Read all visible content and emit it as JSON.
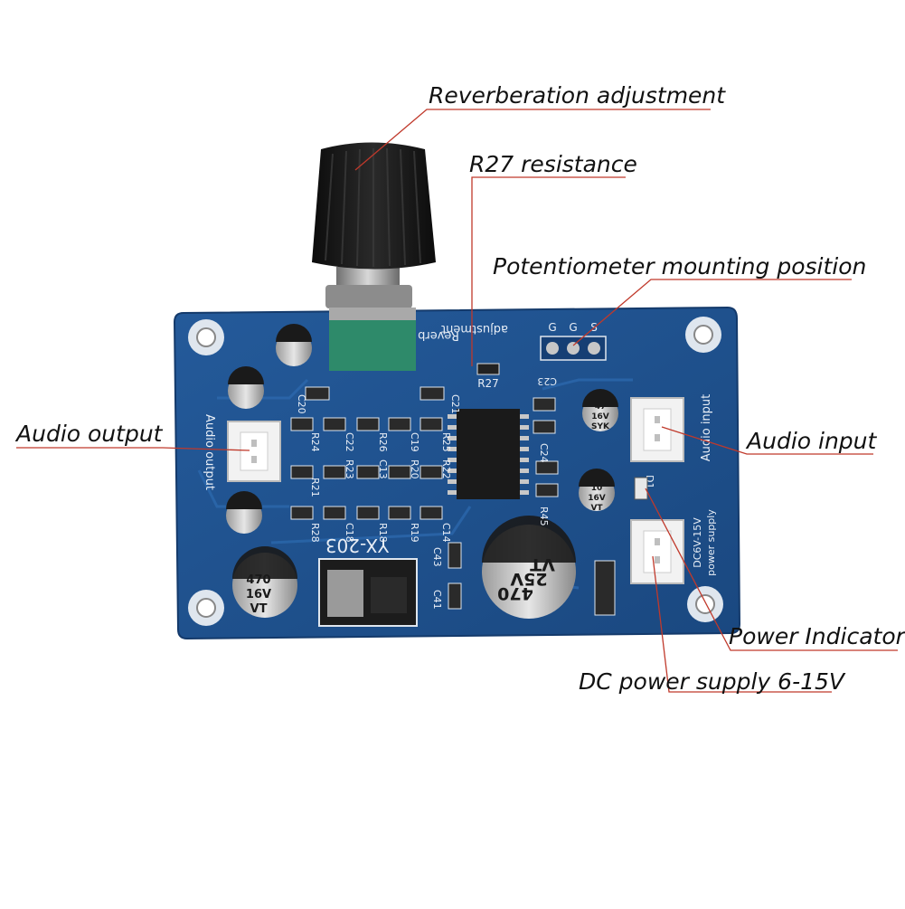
{
  "callouts": {
    "reverberation": "Reverberation adjustment",
    "r27": "R27 resistance",
    "pot_position": "Potentiometer mounting position",
    "audio_output": "Audio output",
    "audio_input": "Audio input",
    "power_indicator": "Power Indicator",
    "dc_supply": "DC power supply 6-15V"
  },
  "board": {
    "model": "YX-203",
    "reverb_label_1": "Reverb",
    "reverb_label_2": "adjustment",
    "audio_output_silk": "Audio output",
    "audio_input_silk": "Audio input",
    "power_silk_1": "DC6V-15V",
    "power_silk_2": "power supply",
    "pin_labels": [
      "S",
      "G",
      "G"
    ],
    "ref_c20": "C20",
    "ref_c21": "C21",
    "ref_r27": "R27",
    "ref_c23": "C23",
    "ref_c24": "C24",
    "ref_r45": "R45",
    "ref_d1": "D1",
    "ref_c43": "C43",
    "ref_c41": "C41",
    "ref_r24": "R24",
    "ref_c22": "C22",
    "ref_r26": "R26",
    "ref_c19": "C19",
    "ref_r25": "R25",
    "ref_r21": "R21",
    "ref_r23": "R23",
    "ref_c13": "C13",
    "ref_r20": "R20",
    "ref_r22": "R22",
    "ref_r28": "R28",
    "ref_c18": "C18",
    "ref_r18": "R18",
    "ref_r19": "R19",
    "ref_c14": "C14",
    "big_cap_1": "470",
    "big_cap_2": "25V",
    "big_cap_3": "VT",
    "left_cap_1": "470",
    "left_cap_2": "16V",
    "left_cap_3": "VT",
    "small_cap_1": "47",
    "small_cap_2": "16V",
    "small_cap_3": "SYK",
    "tiny_cap_1": "10",
    "tiny_cap_2": "16V",
    "tiny_cap_3": "VT"
  },
  "colors": {
    "pcb": "#1f4f8c",
    "pcb_dark": "#143a6b",
    "leader": "#c0392b",
    "knob": "#1a1a1a",
    "pot_body": "#2e8a6a"
  }
}
